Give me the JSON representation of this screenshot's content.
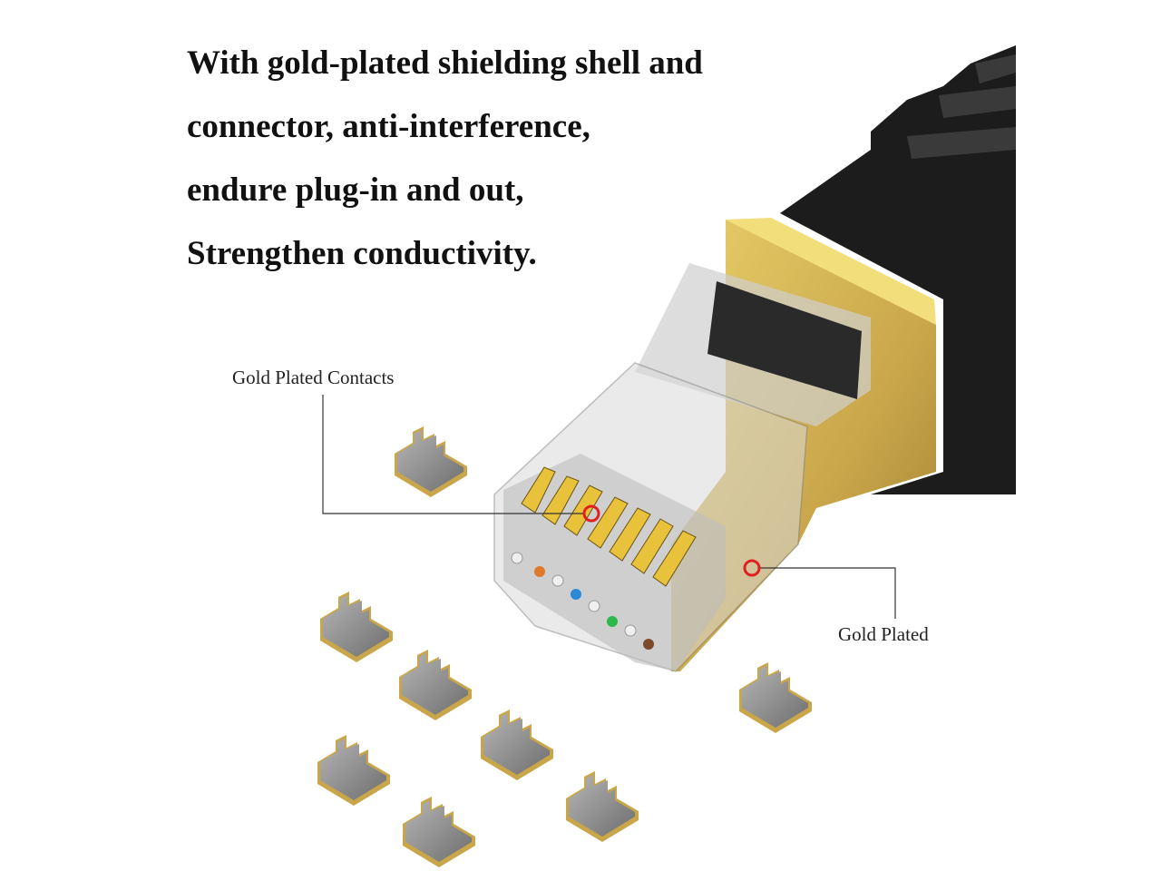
{
  "headline": {
    "lines": [
      "With gold-plated shielding shell and",
      "connector, anti-interference,",
      "endure plug-in and out,",
      "Strengthen conductivity."
    ]
  },
  "callouts": {
    "contacts": "Gold Plated Contacts",
    "shell": "Gold Plated"
  },
  "colors": {
    "gold": "#d9b84a",
    "gold_light": "#f2de7a",
    "cable": "#1c1c1c",
    "marker": "#e02020",
    "contact_gray": "#8a8a8a"
  }
}
